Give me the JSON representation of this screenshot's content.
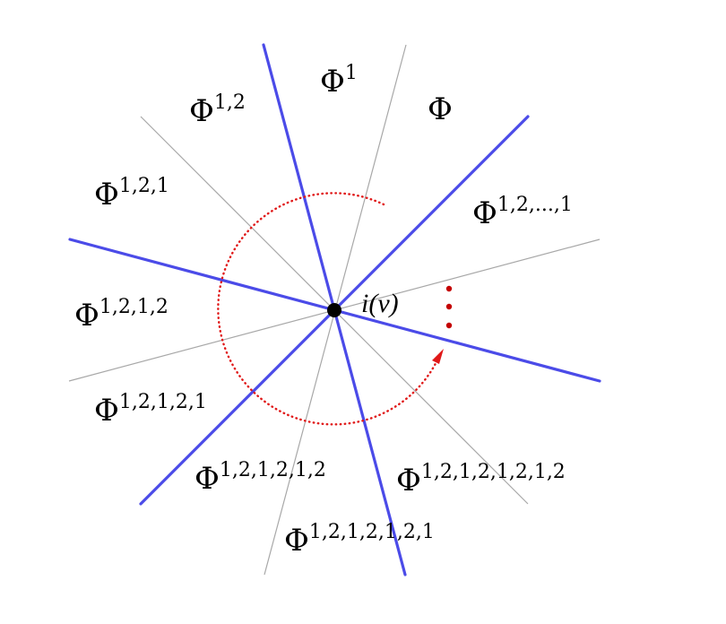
{
  "diagram": {
    "center_label": "i(v)",
    "colors": {
      "blue_lines": "#4b4be8",
      "grey_lines": "#a8a8a8",
      "arc": "#e01818",
      "dots": "#c40000",
      "center_point": "#000000",
      "text": "#000000"
    },
    "regions": [
      {
        "base": "Φ",
        "sup": ""
      },
      {
        "base": "Φ",
        "sup": "1"
      },
      {
        "base": "Φ",
        "sup": "1,2"
      },
      {
        "base": "Φ",
        "sup": "1,2,1"
      },
      {
        "base": "Φ",
        "sup": "1,2,1,2"
      },
      {
        "base": "Φ",
        "sup": "1,2,1,2,1"
      },
      {
        "base": "Φ",
        "sup": "1,2,1,2,1,2"
      },
      {
        "base": "Φ",
        "sup": "1,2,1,2,1,2,1"
      },
      {
        "base": "Φ",
        "sup": "1,2,1,2,1,2,1,2"
      },
      {
        "base": "Φ",
        "sup": "1,2,...,1"
      }
    ],
    "ellipsis_dots": 3,
    "arc_style": "dotted",
    "arc_direction": "counterclockwise"
  }
}
